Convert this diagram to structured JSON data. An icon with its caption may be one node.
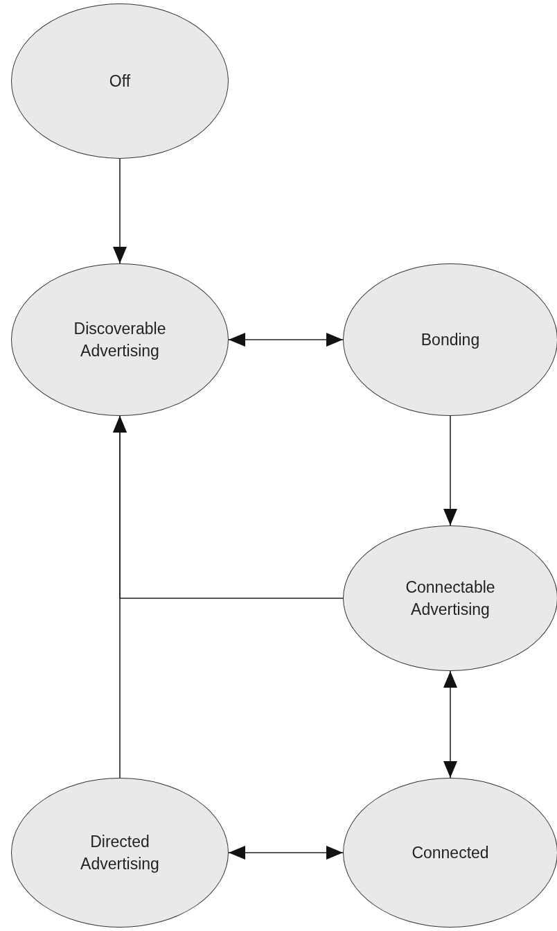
{
  "diagram": {
    "nodes": [
      {
        "text": [
          "Off"
        ]
      },
      {
        "text": [
          "Discoverable Advertising"
        ]
      },
      {
        "text": [
          "Bonding"
        ]
      },
      {
        "text": [
          "Connectable Advertising"
        ]
      },
      {
        "text": [
          "Directed Advertising"
        ]
      },
      {
        "text": [
          "Connected"
        ]
      }
    ],
    "edges": [
      {
        "from": 0,
        "to": 1,
        "arrow": "to"
      },
      {
        "from": 1,
        "to": 2,
        "arrow": "both"
      },
      {
        "from": 2,
        "to": 3,
        "arrow": "to"
      },
      {
        "from": 3,
        "to": 1,
        "arrow": "to"
      },
      {
        "from": 4,
        "to": 1,
        "arrow": "to"
      },
      {
        "from": 3,
        "to": 5,
        "arrow": "both"
      },
      {
        "from": 4,
        "to": 5,
        "arrow": "both"
      }
    ]
  }
}
